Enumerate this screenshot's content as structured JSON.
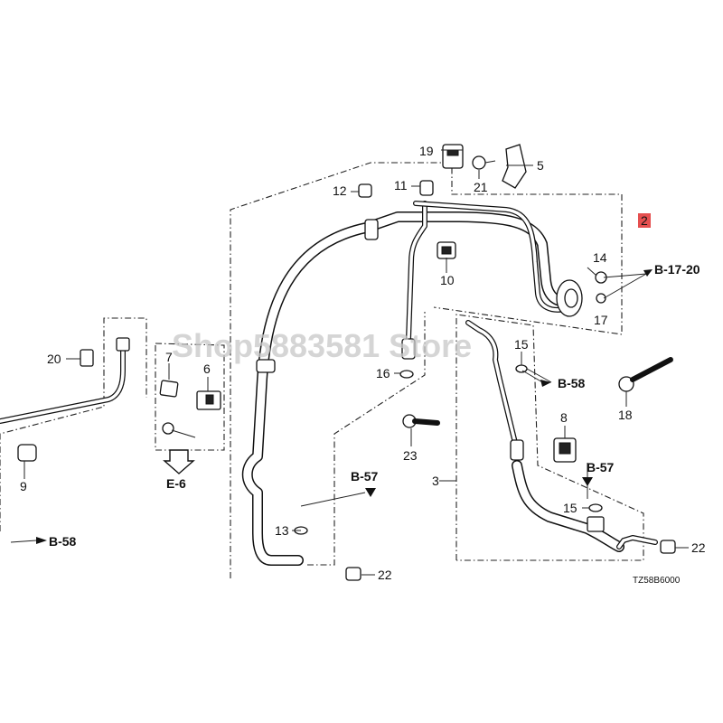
{
  "watermark": "Shop5883581 Store",
  "diagram_code": "TZ58B6000",
  "callouts": [
    {
      "id": "c19",
      "text": "19"
    },
    {
      "id": "c5",
      "text": "5"
    },
    {
      "id": "c21",
      "text": "21"
    },
    {
      "id": "c12",
      "text": "12"
    },
    {
      "id": "c11",
      "text": "11"
    },
    {
      "id": "c2",
      "text": "2"
    },
    {
      "id": "c14",
      "text": "14"
    },
    {
      "id": "c17",
      "text": "17"
    },
    {
      "id": "c10",
      "text": "10"
    },
    {
      "id": "c20",
      "text": "20"
    },
    {
      "id": "c7",
      "text": "7"
    },
    {
      "id": "c6",
      "text": "6"
    },
    {
      "id": "c16",
      "text": "16"
    },
    {
      "id": "c15a",
      "text": "15"
    },
    {
      "id": "c18",
      "text": "18"
    },
    {
      "id": "c8",
      "text": "8"
    },
    {
      "id": "c9",
      "text": "9"
    },
    {
      "id": "c23",
      "text": "23"
    },
    {
      "id": "c3",
      "text": "3"
    },
    {
      "id": "c15b",
      "text": "15"
    },
    {
      "id": "c13",
      "text": "13"
    },
    {
      "id": "c22a",
      "text": "22"
    },
    {
      "id": "c22b",
      "text": "22"
    }
  ],
  "references": [
    {
      "id": "r_b1720",
      "text": "B-17-20"
    },
    {
      "id": "r_b58a",
      "text": "B-58"
    },
    {
      "id": "r_e6",
      "text": "E-6"
    },
    {
      "id": "r_b57a",
      "text": "B-57"
    },
    {
      "id": "r_b57b",
      "text": "B-57"
    },
    {
      "id": "r_b58b",
      "text": "B-58"
    }
  ],
  "highlight_color": "#e03030"
}
